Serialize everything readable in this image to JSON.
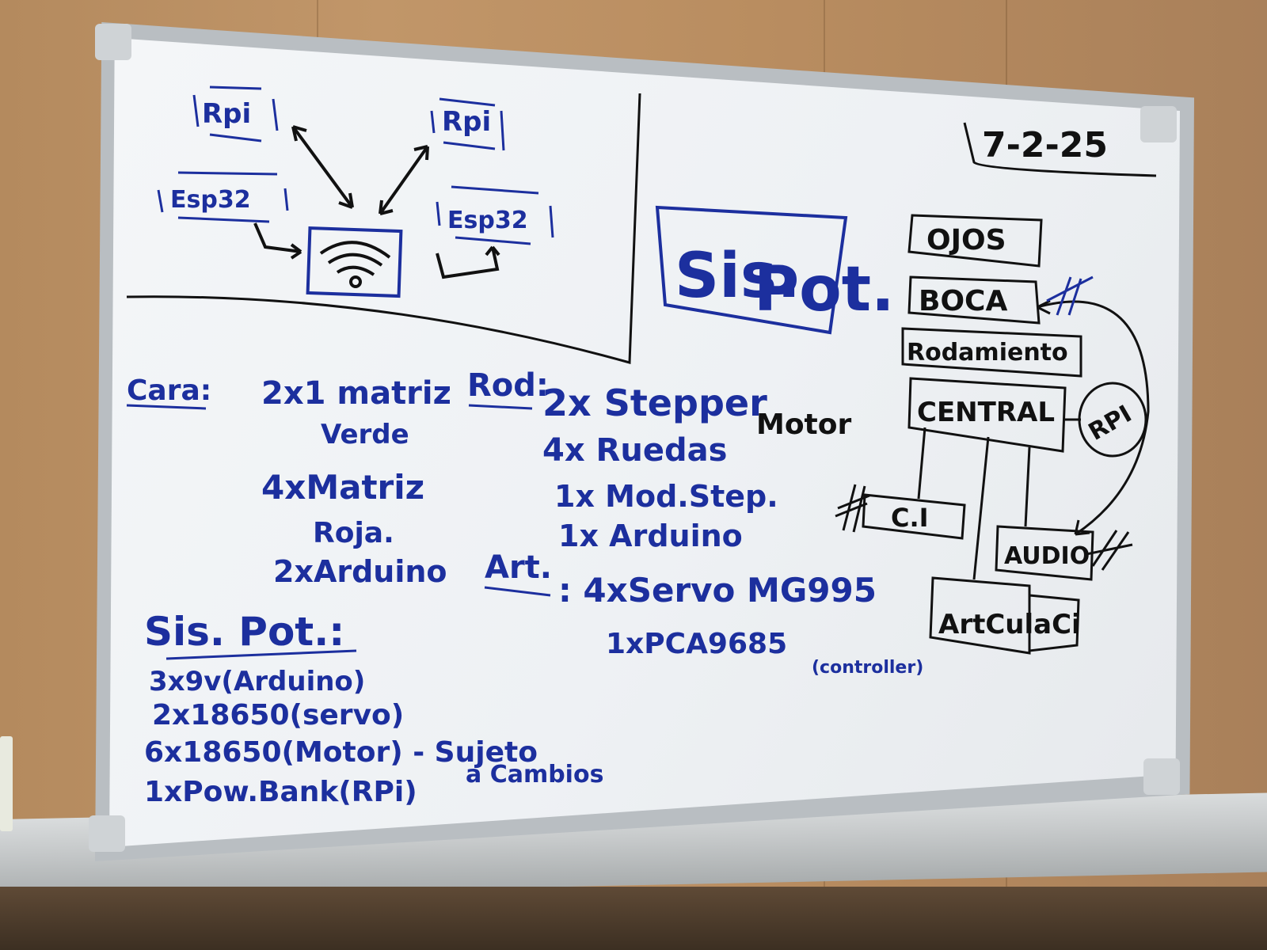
{
  "date": "7-2-25",
  "network": {
    "rpi_left": "Rpi",
    "rpi_right": "Rpi",
    "esp_left": "Esp32",
    "esp_right": "Esp32"
  },
  "sis_pot_box": {
    "line1": "Sis.",
    "line2": "Pot."
  },
  "modules": {
    "ojos": "OJOS",
    "boca": "BOCA",
    "rodamiento": "Rodamiento",
    "central": "CENTRAL",
    "rpi": "RPI",
    "ci": "C.I",
    "audio": "AUDIO",
    "articulaci": "ArtCulaCi"
  },
  "cara": {
    "heading": "Cara:",
    "l1": "2x1 matriz",
    "l2": "Verde",
    "l3": "4xMatriz",
    "l4": "Roja.",
    "l5": "2xArduino"
  },
  "rod": {
    "heading": "Rod:",
    "l1a": "2x Stepper",
    "l1b": "Motor",
    "l2": "4x Ruedas",
    "l3": "1x Mod.Step.",
    "l4": "1x Arduino"
  },
  "art": {
    "heading": "Art.",
    "l1": ": 4xServo MG995",
    "l2": "1xPCA9685",
    "l2b": "(controller)"
  },
  "sis_pot_list": {
    "heading": "Sis. Pot.:",
    "l1": "3x9v(Arduino)",
    "l2": "2x18650(servo)",
    "l3": "6x18650(Motor) - Sujeto",
    "l4": "1xPow.Bank(RPi)",
    "l4b": "a Cambios"
  },
  "colors": {
    "ink_blue": "#1c2f9e",
    "ink_black": "#111111",
    "wood": "#b98d60",
    "board": "#eef1f4"
  }
}
